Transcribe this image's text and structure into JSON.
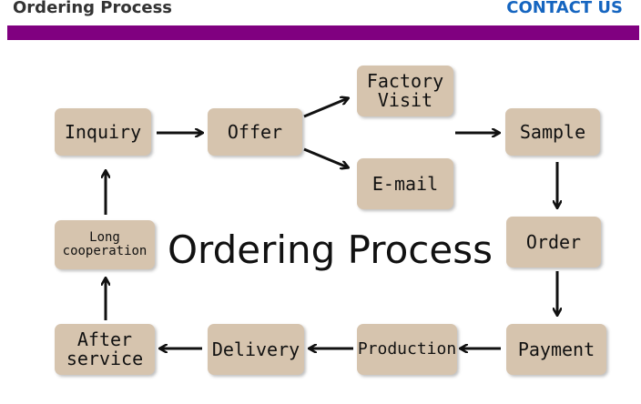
{
  "header": {
    "title": "Ordering Process",
    "contact_label": "CONTACT US"
  },
  "colors": {
    "header_bar": "#800080",
    "contact_link": "#1565c0",
    "node_fill": "#d6c4ae"
  },
  "diagram": {
    "title": "Ordering Process",
    "nodes": {
      "inquiry": "Inquiry",
      "offer": "Offer",
      "factory_visit_line1": "Factory",
      "factory_visit_line2": "Visit",
      "email": "E-mail",
      "sample": "Sample",
      "order": "Order",
      "payment": "Payment",
      "production": "Production",
      "delivery": "Delivery",
      "after_service_line1": "After",
      "after_service_line2": "service",
      "long_coop_line1": "Long",
      "long_coop_line2": "cooperation"
    },
    "flow": [
      [
        "Inquiry",
        "Offer"
      ],
      [
        "Offer",
        "Factory Visit"
      ],
      [
        "Offer",
        "E-mail"
      ],
      [
        "Factory Visit",
        "Sample"
      ],
      [
        "Sample",
        "Order"
      ],
      [
        "Order",
        "Payment"
      ],
      [
        "Payment",
        "Production"
      ],
      [
        "Production",
        "Delivery"
      ],
      [
        "Delivery",
        "After service"
      ],
      [
        "After service",
        "Long cooperation"
      ],
      [
        "Long cooperation",
        "Inquiry"
      ]
    ]
  }
}
